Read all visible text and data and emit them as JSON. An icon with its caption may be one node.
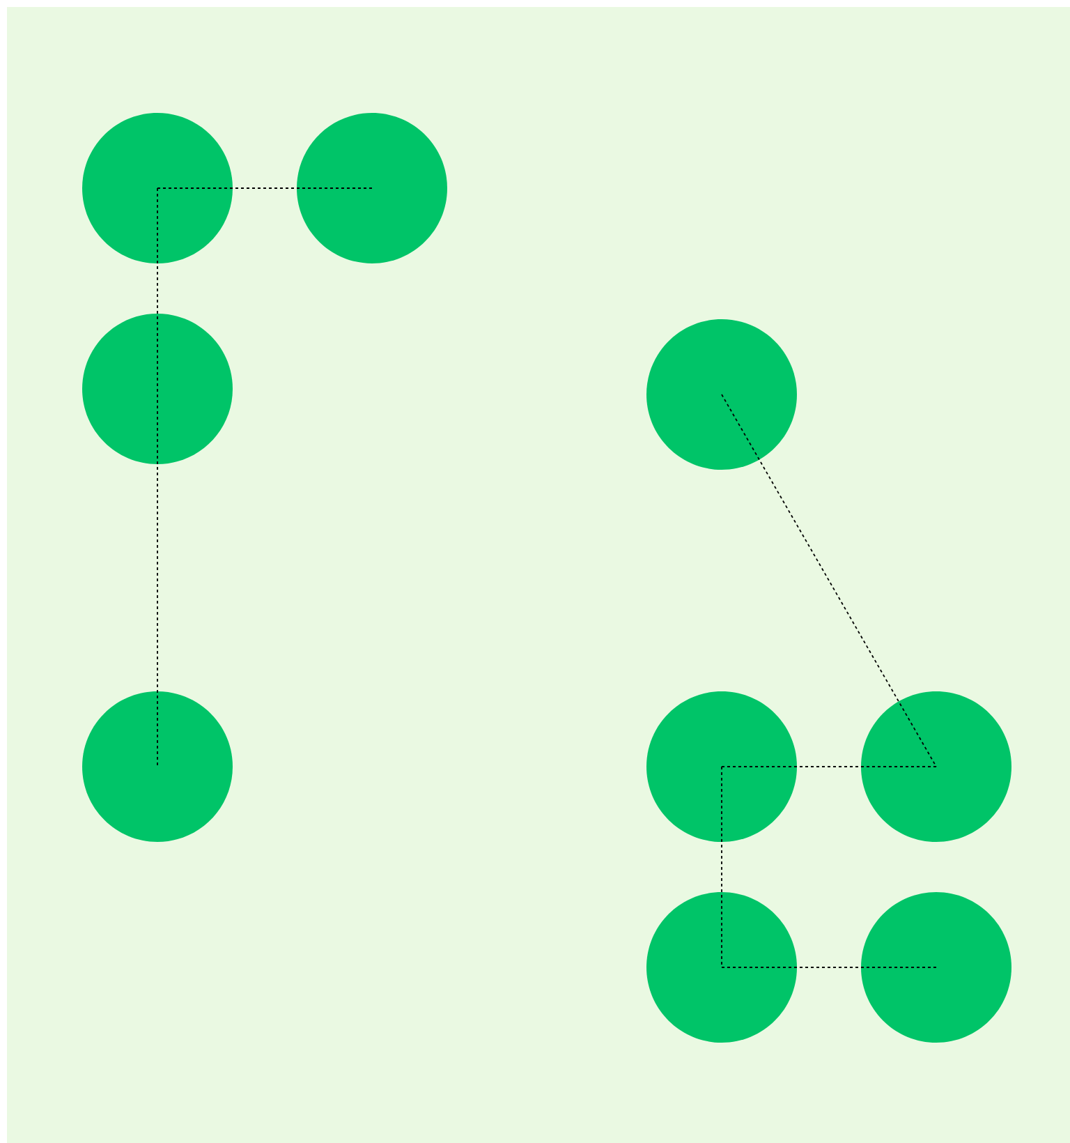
{
  "diagram": {
    "nodes": [
      {
        "text": [],
        "shape": "circle"
      },
      {
        "text": [],
        "shape": "circle"
      },
      {
        "text": [],
        "shape": "circle"
      },
      {
        "text": [],
        "shape": "circle"
      },
      {
        "text": [],
        "shape": "circle"
      },
      {
        "text": [],
        "shape": "circle"
      },
      {
        "text": [],
        "shape": "circle"
      },
      {
        "text": [],
        "shape": "circle"
      },
      {
        "text": [],
        "shape": "circle"
      }
    ],
    "edges": [
      {
        "from": 0,
        "to": 1,
        "arrow": "none",
        "style": "dashed"
      },
      {
        "from": 0,
        "to": 2,
        "arrow": "none",
        "style": "dashed"
      },
      {
        "from": 2,
        "to": 4,
        "arrow": "none",
        "style": "dashed"
      },
      {
        "from": 3,
        "to": 6,
        "arrow": "none",
        "style": "dashed"
      },
      {
        "from": 5,
        "to": 6,
        "arrow": "none",
        "style": "dashed"
      },
      {
        "from": 5,
        "to": 7,
        "arrow": "none",
        "style": "dashed"
      },
      {
        "from": 7,
        "to": 8,
        "arrow": "none",
        "style": "dashed"
      }
    ]
  }
}
